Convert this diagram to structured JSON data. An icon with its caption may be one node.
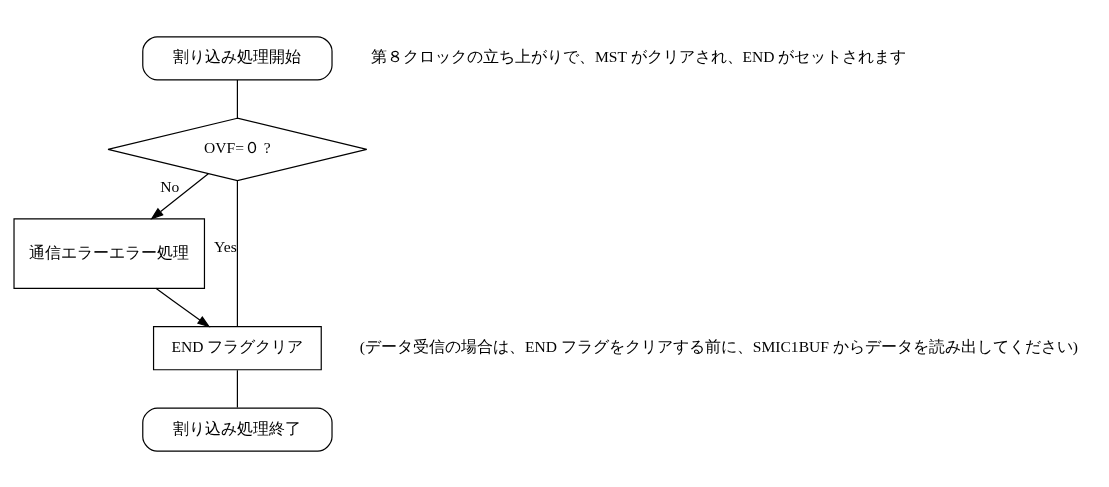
{
  "diagram": {
    "nodes": [
      {
        "text": [
          "割り込み処理開始"
        ],
        "beside": [
          "第８クロックの立ち上がりで、MST がクリアされ、END がセットされます"
        ]
      },
      {
        "text": [
          "OVF=０ ?"
        ]
      },
      {
        "text": [
          "通信エラーエラー処理"
        ]
      },
      {
        "text": [
          "END フラグクリア"
        ],
        "beside": [
          "(データ受信の場合は、END フラグをクリアする前に、SMIC1BUF からデータを読み出してください)"
        ]
      },
      {
        "text": [
          "割り込み処理終了"
        ]
      }
    ],
    "edges": [
      {
        "from": 0,
        "to": 1,
        "arrow": "none"
      },
      {
        "from": 1,
        "to": 2,
        "arrow": "to",
        "label": "No"
      },
      {
        "from": 1,
        "to": 3,
        "arrow": "none",
        "label": "Yes"
      },
      {
        "from": 2,
        "to": 3,
        "arrow": "to"
      },
      {
        "from": 3,
        "to": 4,
        "arrow": "none"
      }
    ]
  }
}
